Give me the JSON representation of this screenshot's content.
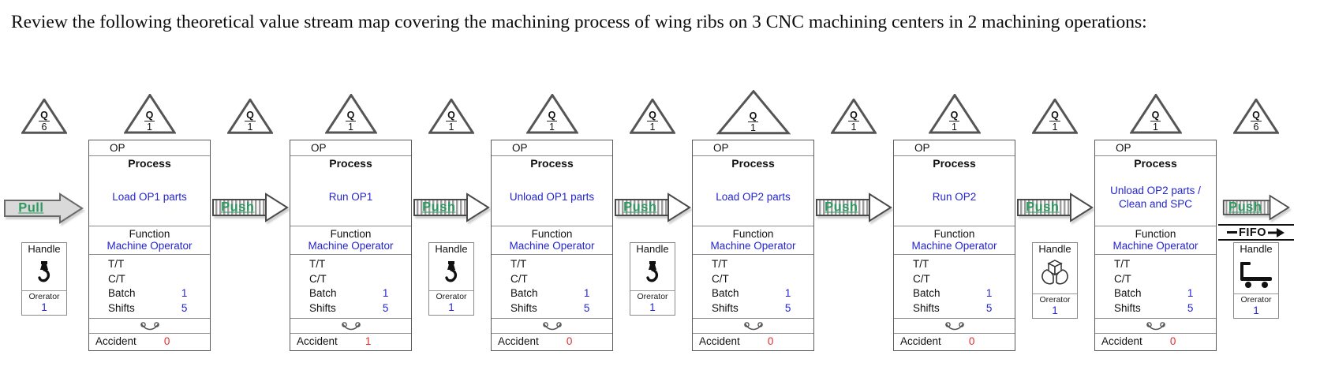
{
  "title": "Review the following theoretical value stream map covering the machining process of wing ribs on 3 CNC machining centers in 2 machining operations:",
  "colors": {
    "value_text": "#2424cf",
    "flow_label_green": "#2e9960",
    "accident_red": "#e02b2b",
    "pull_arrow_fill": "#d9d9d9"
  },
  "labels": {
    "q": "Q",
    "op": "OP",
    "process": "Process",
    "function": "Function",
    "tt": "T/T",
    "ct": "C/T",
    "batch": "Batch",
    "shifts": "Shifts",
    "accident": "Accident",
    "handle": "Handle",
    "operator": "Orerator",
    "push": "Push",
    "pull": "Pull",
    "fifo": "FIFO"
  },
  "stations": [
    {
      "queue": "1",
      "name": "Load OP1 parts",
      "function_value": "Machine Operator",
      "tt": "",
      "ct": "",
      "batch": "1",
      "shifts": "5",
      "accident": "0"
    },
    {
      "queue": "1",
      "name": "Run OP1",
      "function_value": "Machine Operator",
      "tt": "",
      "ct": "",
      "batch": "1",
      "shifts": "5",
      "accident": "1"
    },
    {
      "queue": "1",
      "name": "Unload OP1 parts",
      "function_value": "Machine Operator",
      "tt": "",
      "ct": "",
      "batch": "1",
      "shifts": "5",
      "accident": "0"
    },
    {
      "queue": "1",
      "name": "Load OP2 parts",
      "function_value": "Machine Operator",
      "tt": "",
      "ct": "",
      "batch": "1",
      "shifts": "5",
      "accident": "0"
    },
    {
      "queue": "1",
      "name": "Run OP2",
      "function_value": "Machine Operator",
      "tt": "",
      "ct": "",
      "batch": "1",
      "shifts": "5",
      "accident": "0"
    },
    {
      "queue": "1",
      "name": "Unload OP2 parts / Clean and SPC",
      "function_value": "Machine Operator",
      "tt": "",
      "ct": "",
      "batch": "1",
      "shifts": "5",
      "accident": "0"
    }
  ],
  "flows": [
    {
      "queue": "6",
      "type": "pull",
      "label": "Pull",
      "handle": {
        "icon": "hook-icon",
        "operators": "1"
      }
    },
    {
      "queue": "1",
      "type": "push",
      "label": "Push"
    },
    {
      "queue": "1",
      "type": "push",
      "label": "Push",
      "handle": {
        "icon": "hook-icon",
        "operators": "1"
      }
    },
    {
      "queue": "1",
      "type": "push",
      "label": "Push",
      "handle": {
        "icon": "hook-icon",
        "operators": "1"
      }
    },
    {
      "queue": "1",
      "type": "push",
      "label": "Push"
    },
    {
      "queue": "1",
      "type": "push",
      "label": "Push",
      "handle": {
        "icon": "hands-box-icon",
        "operators": "1"
      }
    },
    {
      "queue": "6",
      "type": "push",
      "label": "Push",
      "fifo": "FIFO",
      "handle": {
        "icon": "cart-icon",
        "operators": "1"
      }
    }
  ]
}
